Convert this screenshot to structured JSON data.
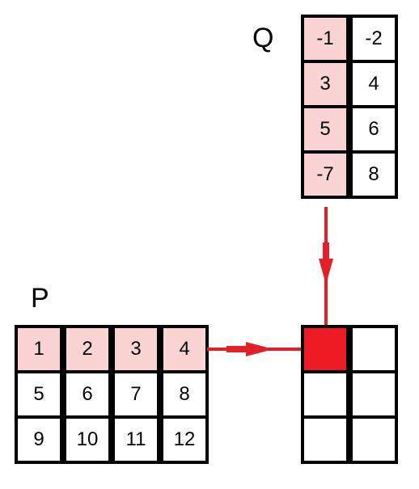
{
  "labels": {
    "q": "Q",
    "p": "P"
  },
  "matrix_q": {
    "rows": [
      [
        "-1",
        "-2"
      ],
      [
        "3",
        "4"
      ],
      [
        "5",
        "6"
      ],
      [
        "-7",
        "8"
      ]
    ],
    "highlight_col": 0
  },
  "matrix_p": {
    "rows": [
      [
        "1",
        "2",
        "3",
        "4"
      ],
      [
        "5",
        "6",
        "7",
        "8"
      ],
      [
        "9",
        "10",
        "11",
        "12"
      ]
    ],
    "highlight_row": 0
  },
  "matrix_r": {
    "rows": [
      [
        "",
        "",
        ""
      ],
      [
        "",
        ""
      ],
      [
        "",
        ""
      ]
    ],
    "filled": [
      0,
      0
    ]
  },
  "colors": {
    "highlight": "#f9d4d2",
    "result": "#ed1c24",
    "arrow": "#e22027",
    "border": "#000000"
  }
}
